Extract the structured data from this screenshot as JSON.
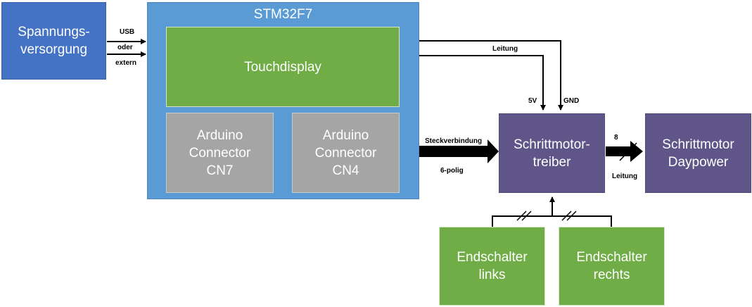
{
  "blocks": {
    "power": "Spannungs-\nversorgung",
    "stm32": "STM32F7",
    "touchdisplay": "Touchdisplay",
    "cn7": "Arduino\nConnector\nCN7",
    "cn4": "Arduino\nConnector\nCN4",
    "driver": "Schrittmotor-\ntreiber",
    "motor": "Schrittmotor\nDaypower",
    "switch_left": "Endschalter\nlinks",
    "switch_right": "Endschalter\nrechts"
  },
  "labels": {
    "usb": "USB",
    "oder": "oder",
    "extern": "extern",
    "leitung_top": "Leitung",
    "v5": "5V",
    "gnd": "GND",
    "steckverbindung": "Steckverbindung",
    "sechs_polig": "6-polig",
    "eight": "8",
    "leitung_motor": "Leitung"
  },
  "colors": {
    "power": "#4472c4",
    "controller": "#5b9bd5",
    "display": "#70ad47",
    "connector": "#a5a5a5",
    "driver": "#5f5588",
    "switch": "#70ad47"
  }
}
